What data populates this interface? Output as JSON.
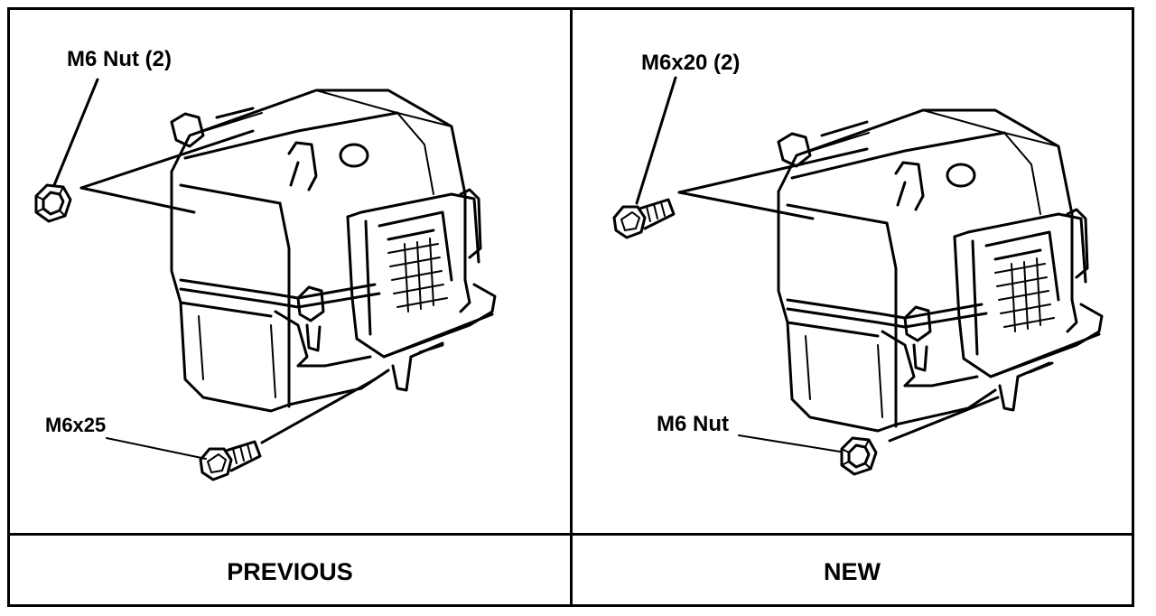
{
  "panels": {
    "previous": {
      "caption": "PREVIOUS",
      "callout_top": "M6 Nut (2)",
      "callout_bottom": "M6x25"
    },
    "new": {
      "caption": "NEW",
      "callout_top": "M6x20 (2)",
      "callout_bottom": "M6 Nut"
    }
  }
}
